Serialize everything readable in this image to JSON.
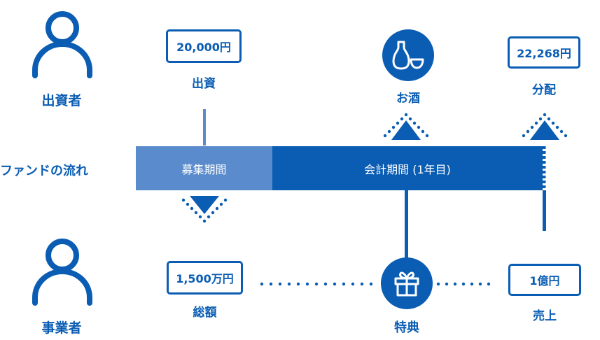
{
  "colors": {
    "primary": "#0a5db3",
    "secondary": "#5a8bcc",
    "background": "#ffffff"
  },
  "investor": {
    "label": "出資者",
    "icon": "person-icon"
  },
  "business": {
    "label": "事業者",
    "icon": "person-icon"
  },
  "flow_title": "ファンドの流れ",
  "timeline": {
    "recruitment_period": "募集期間",
    "accounting_period": "会計期間 (1年目)"
  },
  "investment": {
    "amount": "20,000円",
    "label": "出資"
  },
  "sake": {
    "label": "お酒",
    "icon": "sake-icon"
  },
  "distribution": {
    "amount": "22,268円",
    "label": "分配"
  },
  "total": {
    "amount": "1,500万円",
    "label": "総額"
  },
  "benefit": {
    "label": "特典",
    "icon": "gift-icon"
  },
  "sales": {
    "amount": "1億円",
    "label": "売上"
  }
}
